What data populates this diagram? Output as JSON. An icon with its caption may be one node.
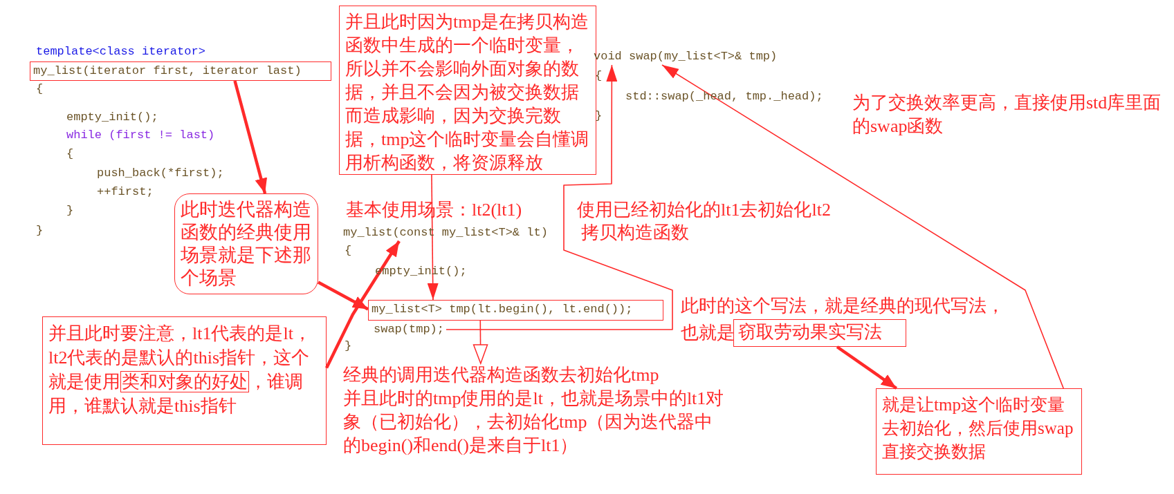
{
  "diagram": {
    "nodes": [
      {
        "text": [
          "my_list(iterator first, iterator last)"
        ]
      },
      {
        "text": [
          "并且此时因为tmp是在拷贝构造函数中生成的一个临时变量，所以并不会影响外面对象的数据，并且不会因为被交换数据而造成影响，因为交换完数据，tmp这个临时变量会自懂调用析构函数，将资源释放"
        ]
      },
      {
        "text": [
          "void swap(my_list<T>& tmp)"
        ]
      },
      {
        "text": [
          "此时迭代器构造函数的经典使用场景就是下述那个场景"
        ]
      },
      {
        "text": [
          "my_list(const my_list<T>& lt)"
        ]
      },
      {
        "text": [
          "my_list<T> tmp(lt.begin(), lt.end());"
        ]
      },
      {
        "text": [
          "swap(tmp);"
        ]
      },
      {
        "text": [
          "窃取劳动果实写法"
        ]
      },
      {
        "text": [
          "并且此时要注意，lt1代表的是lt，lt2代表的是默认的this指针，这个就是使用",
          "，谁调用，谁默认就是this指针"
        ]
      },
      {
        "text": [
          "类和对象的好处"
        ],
        "in": 8
      },
      {
        "text": [
          "经典的调用迭代器构造函数去初始化tmp",
          "并且此时的tmp使用的是lt，也就是场景中的lt1对象（已初始化），去初始化tmp（因为迭代器中的begin()和end()是来自于lt1）"
        ]
      },
      {
        "text": [
          "就是让tmp这个临时变量去初始化，然后使用swap直接交换数据"
        ]
      }
    ],
    "edges": [
      {
        "from": 0,
        "to": 3,
        "arrow": "to",
        "style": "thick"
      },
      {
        "from": 3,
        "to": 5,
        "arrow": "to",
        "style": "thick"
      },
      {
        "from": 1,
        "to": 5,
        "arrow": "to"
      },
      {
        "from": 8,
        "to": 4,
        "arrow": "to",
        "style": "thick"
      },
      {
        "from": 6,
        "to": 2,
        "arrow": "to"
      },
      {
        "from": 11,
        "to": 2,
        "arrow": "to"
      },
      {
        "from": 7,
        "to": 11,
        "arrow": "to",
        "style": "thick"
      },
      {
        "from": 5,
        "to": 10,
        "arrow": "to"
      }
    ],
    "labels": [
      "template<class iterator>",
      "{",
      "empty_init();",
      "while (first != last)",
      "{",
      "push_back(*first);",
      "++first;",
      "}",
      "}",
      "{",
      "std::swap(_head, tmp._head);",
      "}",
      "为了交换效率更高，直接使用std库里面的swap函数",
      "基本使用场景：lt2(lt1)",
      "使用已经初始化的lt1去初始化lt2",
      "拷贝构造函数",
      "{",
      "empty_init();",
      "}",
      "此时的这个写法，就是经典的现代写法，",
      "也就是"
    ]
  }
}
